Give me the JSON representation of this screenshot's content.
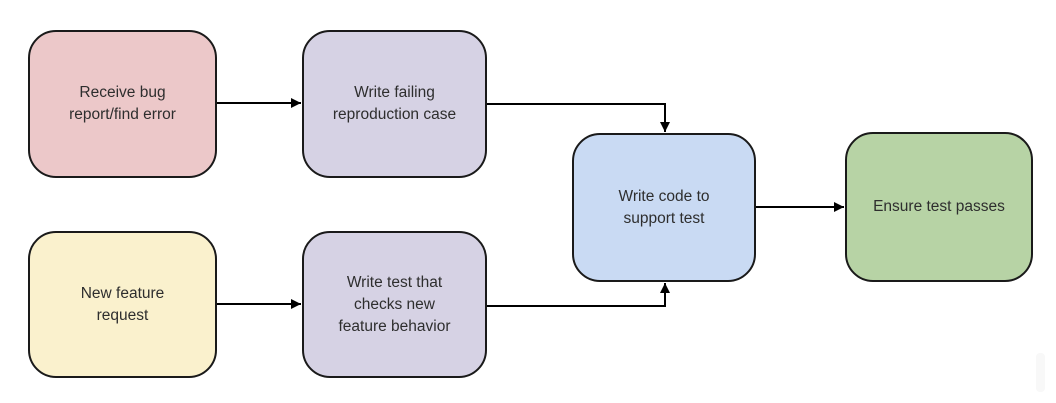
{
  "canvas": {
    "background": "#ffffff"
  },
  "colors": {
    "node_border": "#1a1a1a",
    "arrow": "#000000",
    "text": "#2e2e2e",
    "scrollbar": "#f8f8f8",
    "fill_pink": "#ecc8c9",
    "fill_lavender": "#d6d2e4",
    "fill_yellow": "#faf1cd",
    "fill_blue": "#c9daf3",
    "fill_green": "#b7d3a5"
  },
  "nodes": [
    {
      "id": "receive-bug-report",
      "label": "Receive bug\nreport/find error",
      "fill": "#ecc8c9"
    },
    {
      "id": "write-failing-reproduction",
      "label": "Write failing\nreproduction case",
      "fill": "#d6d2e4"
    },
    {
      "id": "new-feature-request",
      "label": "New feature\nrequest",
      "fill": "#faf1cd"
    },
    {
      "id": "write-test-checks-feature",
      "label": "Write test that\nchecks new\nfeature behavior",
      "fill": "#d6d2e4"
    },
    {
      "id": "write-code-support-test",
      "label": "Write code to\nsupport test",
      "fill": "#c9daf3"
    },
    {
      "id": "ensure-test-passes",
      "label": "Ensure test passes",
      "fill": "#b7d3a5"
    }
  ],
  "edges": [
    {
      "from": "receive-bug-report",
      "to": "write-failing-reproduction",
      "shape": "straight"
    },
    {
      "from": "new-feature-request",
      "to": "write-test-checks-feature",
      "shape": "straight"
    },
    {
      "from": "write-failing-reproduction",
      "to": "write-code-support-test",
      "shape": "elbow-down-into-top"
    },
    {
      "from": "write-test-checks-feature",
      "to": "write-code-support-test",
      "shape": "elbow-up-into-bottom"
    },
    {
      "from": "write-code-support-test",
      "to": "ensure-test-passes",
      "shape": "straight"
    }
  ]
}
